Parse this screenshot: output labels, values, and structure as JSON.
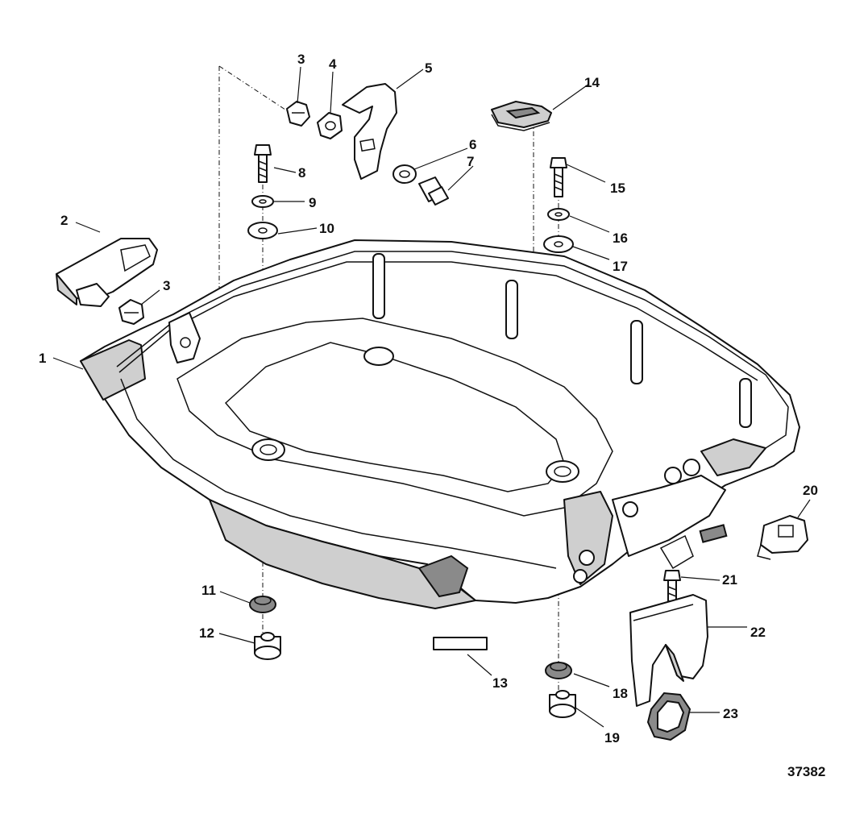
{
  "figure_id": "37382",
  "callouts": [
    {
      "n": "1"
    },
    {
      "n": "2"
    },
    {
      "n": "3"
    },
    {
      "n": "3"
    },
    {
      "n": "4"
    },
    {
      "n": "5"
    },
    {
      "n": "6"
    },
    {
      "n": "7"
    },
    {
      "n": "8"
    },
    {
      "n": "9"
    },
    {
      "n": "10"
    },
    {
      "n": "11"
    },
    {
      "n": "12"
    },
    {
      "n": "13"
    },
    {
      "n": "14"
    },
    {
      "n": "15"
    },
    {
      "n": "16"
    },
    {
      "n": "17"
    },
    {
      "n": "18"
    },
    {
      "n": "19"
    },
    {
      "n": "20"
    },
    {
      "n": "21"
    },
    {
      "n": "22"
    },
    {
      "n": "23"
    }
  ]
}
